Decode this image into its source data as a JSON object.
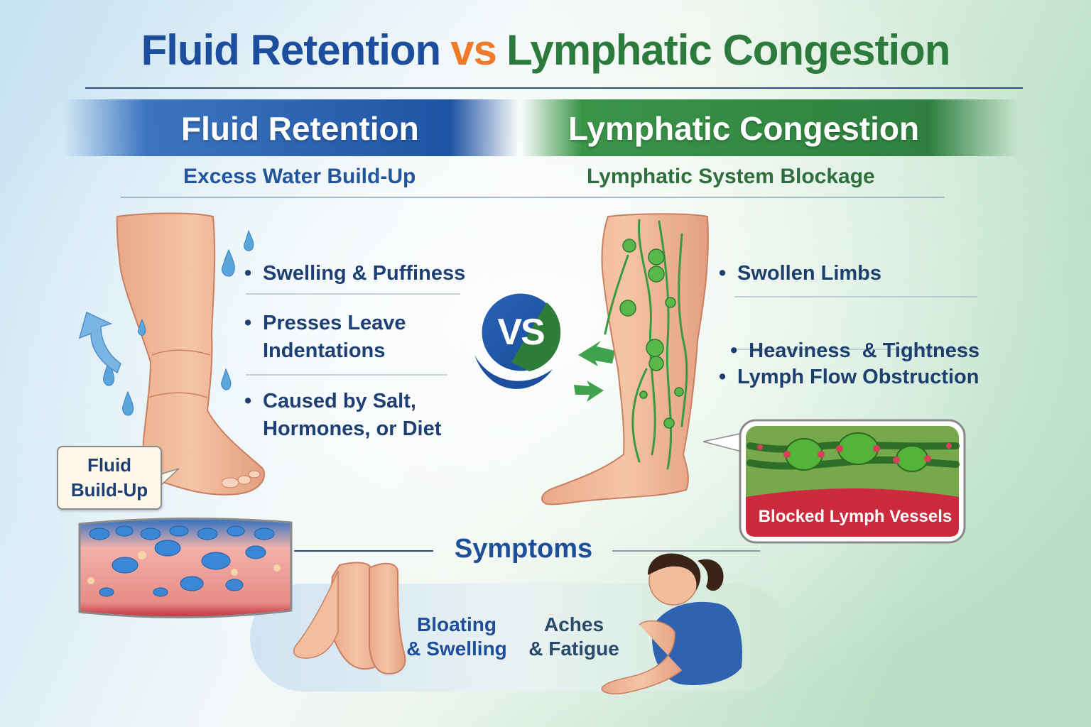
{
  "title": {
    "left": "Fluid Retention",
    "vs": "vs",
    "right": "Lymphatic Congestion"
  },
  "left_panel": {
    "heading": "Fluid Retention",
    "subheading": "Excess Water Build-Up",
    "bullets": [
      [
        "Swelling & Puffiness"
      ],
      [
        "Presses Leave",
        "Indentations"
      ],
      [
        "Caused by Salt,",
        "Hormones, or Diet"
      ]
    ],
    "callout": [
      "Fluid",
      "Build-Up"
    ]
  },
  "right_panel": {
    "heading": "Lymphatic Congestion",
    "subheading": "Lymphatic System Blockage",
    "bullets": [
      "Swollen Limbs",
      "Heaviness  & Tightness",
      "Lymph Flow Obstruction"
    ],
    "inset_label": "Blocked Lymph Vessels"
  },
  "vs_badge": "VS",
  "bullet_char": "•",
  "symptoms": {
    "heading": "Symptoms",
    "items": [
      [
        "Bloating",
        "& Swelling"
      ],
      [
        "Aches",
        "& Fatigue"
      ]
    ]
  },
  "colors": {
    "blue": "#1d4e9e",
    "green": "#2c7a3c",
    "orange": "#ee7a2a",
    "red": "#c8283c"
  }
}
